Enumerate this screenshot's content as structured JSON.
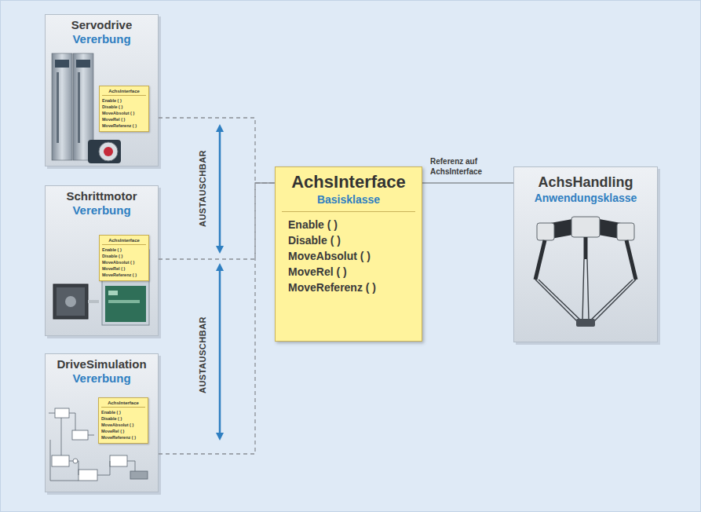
{
  "diagram": {
    "nodes": [
      {
        "text": [
          "Servodrive",
          "Vererbung"
        ]
      },
      {
        "text": [
          "AchsInterface",
          "Enable ( )",
          "Disable ( )",
          "MoveAbsolut ( )",
          "MoveRel ( )",
          "MoveReferenz ( )"
        ],
        "in": 0
      },
      {
        "text": [
          "Schrittmotor",
          "Vererbung"
        ]
      },
      {
        "text": [
          "AchsInterface",
          "Enable ( )",
          "Disable ( )",
          "MoveAbsolut ( )",
          "MoveRel ( )",
          "MoveReferenz ( )"
        ],
        "in": 2
      },
      {
        "text": [
          "DriveSimulation",
          "Vererbung"
        ]
      },
      {
        "text": [
          "AchsInterface",
          "Enable ( )",
          "Disable ( )",
          "MoveAbsolut ( )",
          "MoveRel ( )",
          "MoveReferenz ( )"
        ],
        "in": 4
      },
      {
        "text": [
          "AchsInterface",
          "Basisklasse",
          "Enable ( )",
          "Disable ( )",
          "MoveAbsolut ( )",
          "MoveRel ( )",
          "MoveReferenz ( )"
        ]
      },
      {
        "text": [
          "AchsHandling",
          "Anwendungsklasse"
        ]
      }
    ],
    "edges": [
      {
        "from": 0,
        "to": 6,
        "arrow": "none"
      },
      {
        "from": 2,
        "to": 6,
        "arrow": "none"
      },
      {
        "from": 4,
        "to": 6,
        "arrow": "none"
      },
      {
        "from": 6,
        "to": 7,
        "label": "Referenz auf AchsInterface",
        "arrow": "none"
      }
    ],
    "labels": [
      "AUSTAUSCHBAR",
      "AUSTAUSCHBAR"
    ]
  }
}
